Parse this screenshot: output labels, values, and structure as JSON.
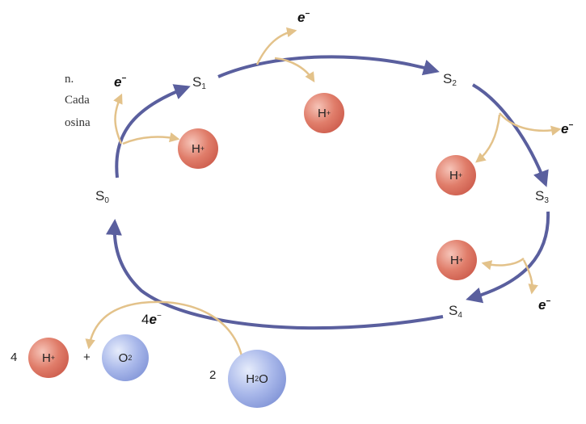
{
  "caption_fragments": [
    "n.",
    "Cada",
    "osina"
  ],
  "states": {
    "s0": {
      "base": "S",
      "sub": "0"
    },
    "s1": {
      "base": "S",
      "sub": "1"
    },
    "s2": {
      "base": "S",
      "sub": "2"
    },
    "s3": {
      "base": "S",
      "sub": "3"
    },
    "s4": {
      "base": "S",
      "sub": "4"
    }
  },
  "electron": {
    "symbol": "e",
    "charge": "−"
  },
  "proton_label": "H",
  "proton_charge": "+",
  "four_electrons": {
    "prefix": "4",
    "symbol": "e",
    "charge": "−"
  },
  "reaction": {
    "proton_coef": "4",
    "plus": "+",
    "oxygen": {
      "base": "O",
      "sub": "2"
    },
    "water_coef": "2",
    "water": {
      "pre": "H",
      "sub": "2",
      "post": "O"
    }
  },
  "colors": {
    "cycle_arrow": "#5a5f9e",
    "release_arrow": "#e3c28a"
  }
}
